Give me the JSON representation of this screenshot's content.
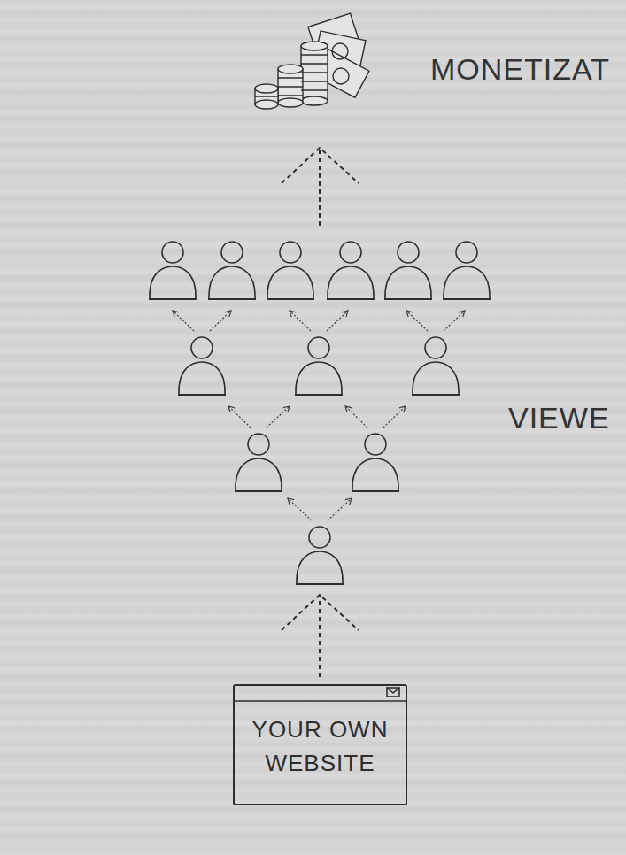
{
  "diagram": {
    "nodes": [
      {
        "text": [
          "YOUR OWN WEBSITE"
        ]
      }
    ],
    "labels": [
      "MONETIZAT",
      "VIEWE"
    ]
  }
}
